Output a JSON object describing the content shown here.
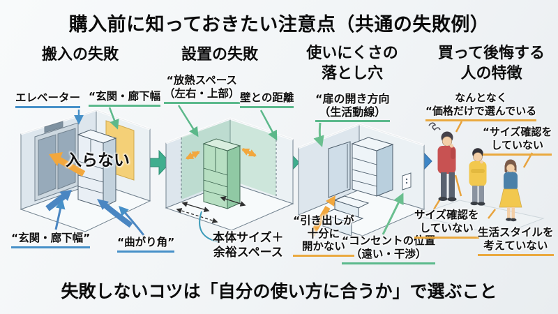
{
  "title": "購入前に知っておきたい注意点（共通の失敗例）",
  "footer": "失敗しないコツは「自分の使い方に合うか」で選ぶこと",
  "sections": {
    "carry": {
      "header": "搬入の失敗",
      "labels": {
        "elevator": "エレベーター",
        "entrance_top": "“玄関・廊下幅",
        "not_fit": "入らない",
        "entrance_bottom": "“玄関・廊下幅”",
        "corner": "“曲がり角”"
      }
    },
    "install": {
      "header": "設置の失敗",
      "labels": {
        "heat_line1": "“放熱スペース",
        "heat_line2": "（左右・上部）",
        "wall_distance": "壁との距離",
        "size_line1": "本体サイズ＋",
        "size_line2": "余裕スペース"
      }
    },
    "usability": {
      "header_line1": "使いにくさの",
      "header_line2": "落とし穴",
      "labels": {
        "door_line1": "“扉の開き方向",
        "door_line2": "（生活動線）",
        "drawer_line1": "“引き出しが",
        "drawer_line2": "十分に",
        "drawer_line3": "開かない",
        "outlet_line1": "“コンセントの位置",
        "outlet_line2": "（遠い・干渉）"
      }
    },
    "regret": {
      "header_line1": "買って後悔する",
      "header_line2": "人の特徴",
      "labels": {
        "price_line1": "なんとなく",
        "price_line2": "“価格だけで選んでいる",
        "size_top_line1": "“サイズ確認を",
        "size_top_line2": "していない",
        "size_bottom_line1": "サイズ確認を",
        "size_bottom_line2": "していない",
        "lifestyle_line1": "生活スタイルを",
        "lifestyle_line2": "考えていない"
      }
    }
  },
  "colors": {
    "underline_blue": "#4690c8",
    "underline_green": "#5bb98c",
    "underline_orange": "#eaa93f",
    "arrow_blue": "#4a86c2",
    "arrow_orange": "#f2a73d",
    "connector_teal": "#3fae8e",
    "connector_blue": "#3e86c6",
    "door_yellow": "#f4d077",
    "fridge_green": "#b7dfc2"
  }
}
